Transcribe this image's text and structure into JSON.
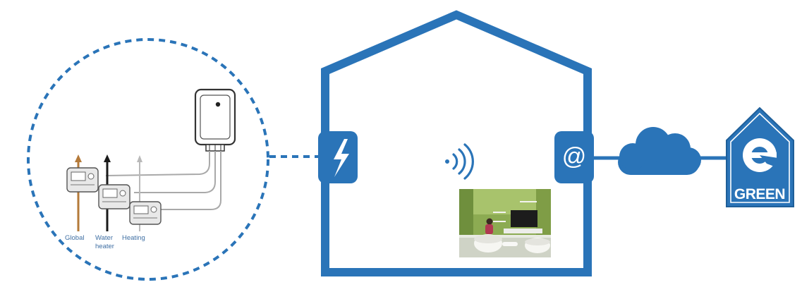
{
  "colors": {
    "brand_blue": "#2a74b8",
    "dashed_blue": "#2a74b8",
    "label_blue": "#3f6fa3",
    "wire_gray": "#a9a9a9",
    "global_wire": "#b47a3a",
    "water_wire": "#1a1a1a"
  },
  "meter_circle": {
    "labels": {
      "global": "Global",
      "water_heater_line1": "Water",
      "water_heater_line2": "heater",
      "heating": "Heating"
    }
  },
  "house": {
    "left_badge_icon": "lightning-icon",
    "right_badge_icon": "at-sign-icon",
    "right_badge_text": "@",
    "wifi_icon": "wifi-signal-icon",
    "photo": "living-room-photo"
  },
  "cloud": {
    "icon": "cloud-icon"
  },
  "logo": {
    "letter": "e",
    "text": "GREEN",
    "icon": "egreen-logo-icon"
  }
}
